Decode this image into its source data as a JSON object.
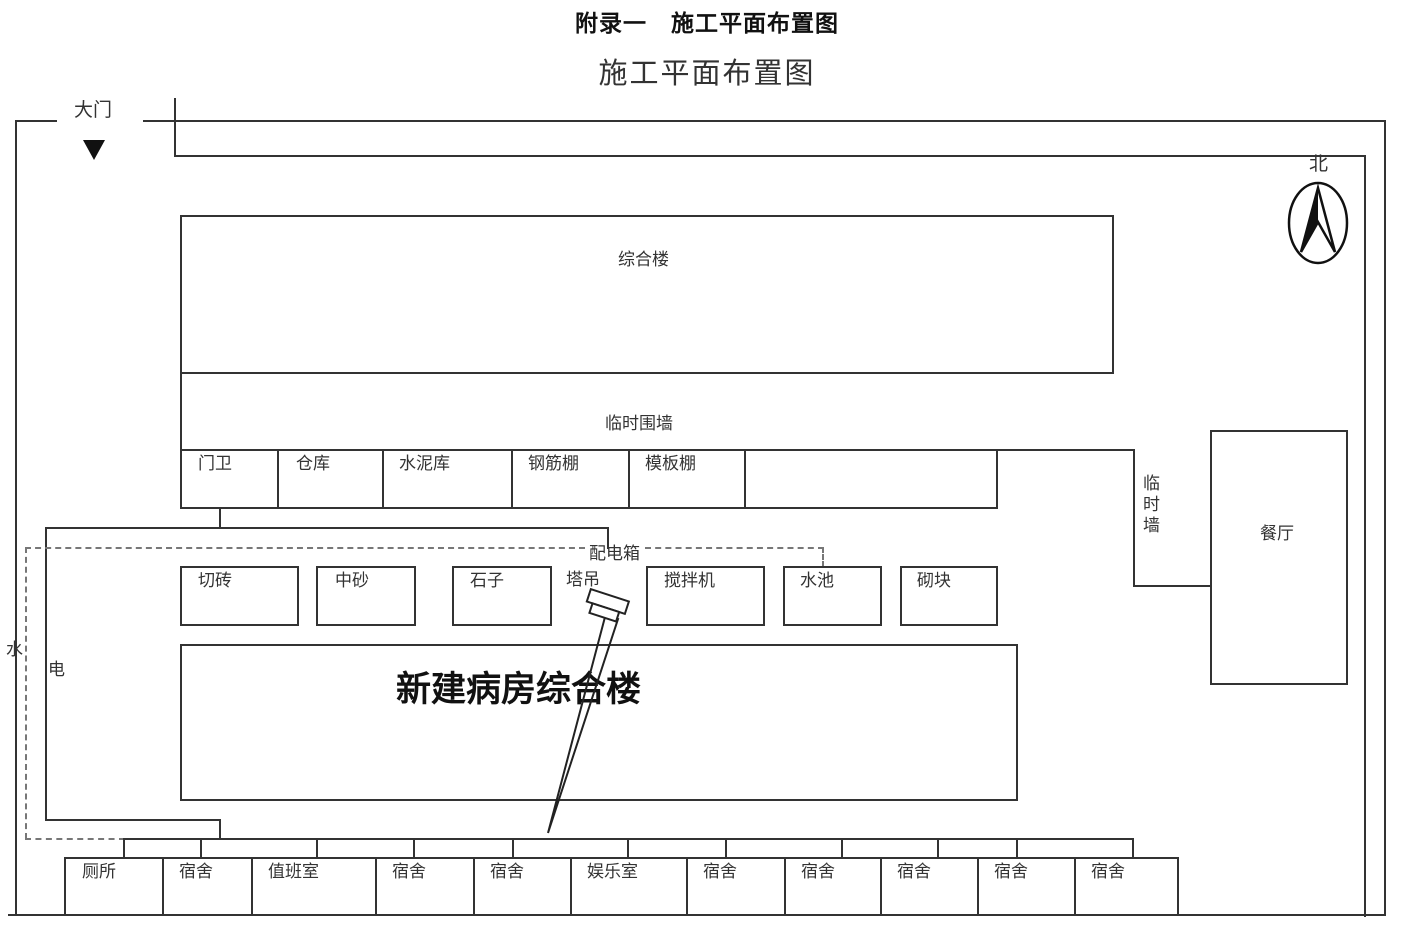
{
  "header": {
    "appendix_title": "附录一　施工平面布置图",
    "diagram_title": "施工平面布置图"
  },
  "gate": {
    "label": "大门"
  },
  "compass": {
    "label": "北"
  },
  "buildings": {
    "complex": "综合楼",
    "temp_wall": "临时围墙",
    "temp_wall_vertical": "临时墙",
    "canteen": "餐厅",
    "main_building": "新建病房综合楼"
  },
  "sheds": [
    "门卫",
    "仓库",
    "水泥库",
    "钢筋棚",
    "模板棚",
    ""
  ],
  "material_yards": [
    "切砖",
    "中砂",
    "石子",
    "搅拌机",
    "水池",
    "砌块"
  ],
  "equipment": {
    "tower_crane": "塔吊",
    "distribution_box": "配电箱"
  },
  "utilities": {
    "water": "水",
    "electricity": "电"
  },
  "dorm_row": [
    "厕所",
    "宿舍",
    "值班室",
    "宿舍",
    "宿舍",
    "娱乐室",
    "宿舍",
    "宿舍",
    "宿舍",
    "宿舍",
    "宿舍"
  ]
}
